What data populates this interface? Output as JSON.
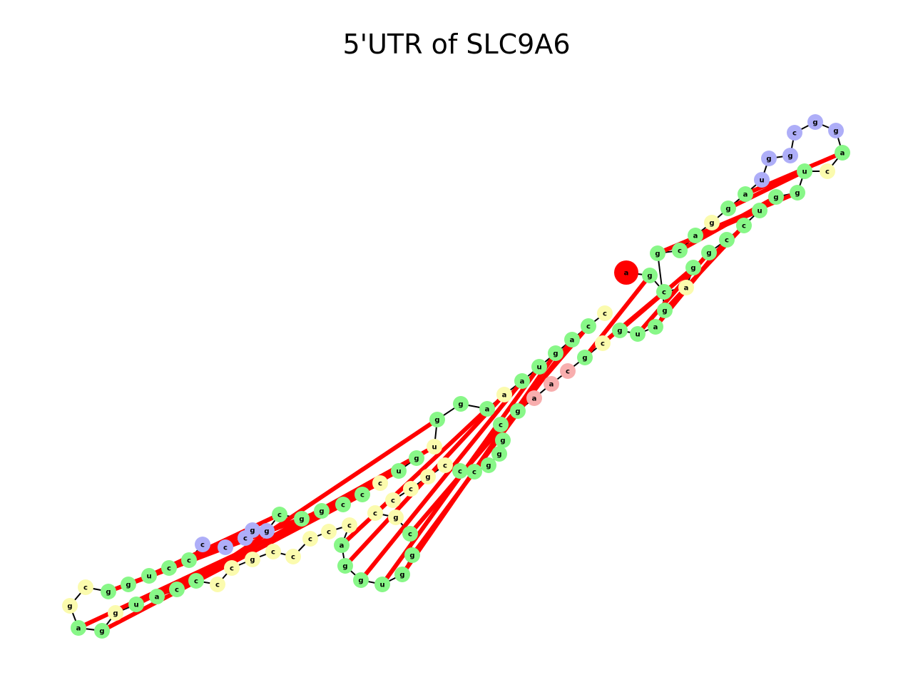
{
  "title": "5'UTR of SLC9A6",
  "colors": {
    "stem": "#88f788",
    "interior_loop": "#fbfbae",
    "hairpin_loop": "#aeaef8",
    "multiloop": "#f8aeae",
    "five_prime_end": "#ff0000",
    "three_prime_end": "#0a7a0a",
    "backbone": "#000000",
    "base_pair": "#ff0000"
  },
  "sequence": [
    "a",
    "g",
    "c",
    "a",
    "g",
    "g",
    "c",
    "c",
    "u",
    "g",
    "g",
    "u",
    "c",
    "a",
    "g",
    "g",
    "c",
    "g",
    "g",
    "u",
    "a",
    "g",
    "g",
    "a",
    "c",
    "g",
    "g",
    "a",
    "u",
    "g",
    "c",
    "g",
    "c",
    "a",
    "a",
    "g",
    "c",
    "g",
    "g",
    "g",
    "c",
    "c",
    "c",
    "g",
    "c",
    "c",
    "c",
    "g",
    "c",
    "g",
    "g",
    "u",
    "g",
    "g",
    "a",
    "c",
    "c",
    "c",
    "c",
    "c",
    "g",
    "c",
    "c",
    "c",
    "c",
    "a",
    "u",
    "g",
    "g",
    "a",
    "g",
    "c",
    "g",
    "g",
    "u",
    "c",
    "c",
    "c",
    "c",
    "c",
    "g",
    "g",
    "c",
    "g",
    "g",
    "c",
    "c",
    "c",
    "u",
    "g",
    "u",
    "g",
    "g",
    "a",
    "a",
    "a",
    "u",
    "g",
    "a",
    "c",
    "c",
    "g",
    "a",
    "u",
    "g",
    "g",
    "g",
    "u",
    "u"
  ],
  "node_kinds": [
    "5p",
    "stem",
    "stem",
    "interior",
    "stem",
    "stem",
    "stem",
    "stem",
    "stem",
    "stem",
    "stem",
    "stem",
    "interior",
    "stem",
    "hairpin",
    "hairpin",
    "hairpin",
    "hairpin",
    "hairpin",
    "hairpin",
    "stem",
    "stem",
    "interior",
    "stem",
    "stem",
    "stem",
    "stem",
    "stem",
    "stem",
    "stem",
    "interior",
    "stem",
    "multi",
    "multi",
    "multi",
    "stem",
    "stem",
    "stem",
    "stem",
    "stem",
    "stem",
    "stem",
    "interior",
    "interior",
    "interior",
    "interior",
    "interior",
    "interior",
    "stem",
    "stem",
    "stem",
    "stem",
    "stem",
    "stem",
    "stem",
    "interior",
    "interior",
    "interior",
    "interior",
    "interior",
    "interior",
    "interior",
    "interior",
    "stem",
    "stem",
    "stem",
    "stem",
    "interior",
    "stem",
    "stem",
    "interior",
    "interior",
    "stem",
    "stem",
    "stem",
    "stem",
    "stem",
    "hairpin",
    "hairpin",
    "hairpin",
    "hairpin",
    "hairpin",
    "stem",
    "stem",
    "stem",
    "stem",
    "stem",
    "interior",
    "stem",
    "stem",
    "interior",
    "stem",
    "stem",
    "stem",
    "interior",
    "stem",
    "stem",
    "stem",
    "stem",
    "stem",
    "interior",
    "stem",
    "stem",
    "stem",
    "stem",
    "stem",
    "stem",
    "stem",
    "3p"
  ],
  "base_pairs": [
    [
      1,
      31
    ],
    [
      2,
      30
    ],
    [
      4,
      29
    ],
    [
      5,
      28
    ],
    [
      6,
      27
    ],
    [
      7,
      26
    ],
    [
      8,
      25
    ],
    [
      9,
      24
    ],
    [
      10,
      23
    ],
    [
      11,
      21
    ],
    [
      13,
      20
    ],
    [
      35,
      107
    ],
    [
      36,
      106
    ],
    [
      37,
      105
    ],
    [
      38,
      104
    ],
    [
      39,
      103
    ],
    [
      40,
      102
    ],
    [
      41,
      101
    ],
    [
      48,
      99
    ],
    [
      49,
      98
    ],
    [
      50,
      97
    ],
    [
      51,
      96
    ],
    [
      52,
      95
    ],
    [
      53,
      94
    ],
    [
      54,
      93
    ],
    [
      63,
      91
    ],
    [
      64,
      90
    ],
    [
      65,
      88
    ],
    [
      66,
      87
    ],
    [
      68,
      86
    ],
    [
      69,
      85
    ],
    [
      72,
      84
    ],
    [
      73,
      83
    ],
    [
      74,
      82
    ],
    [
      75,
      81
    ],
    [
      76,
      80
    ]
  ]
}
